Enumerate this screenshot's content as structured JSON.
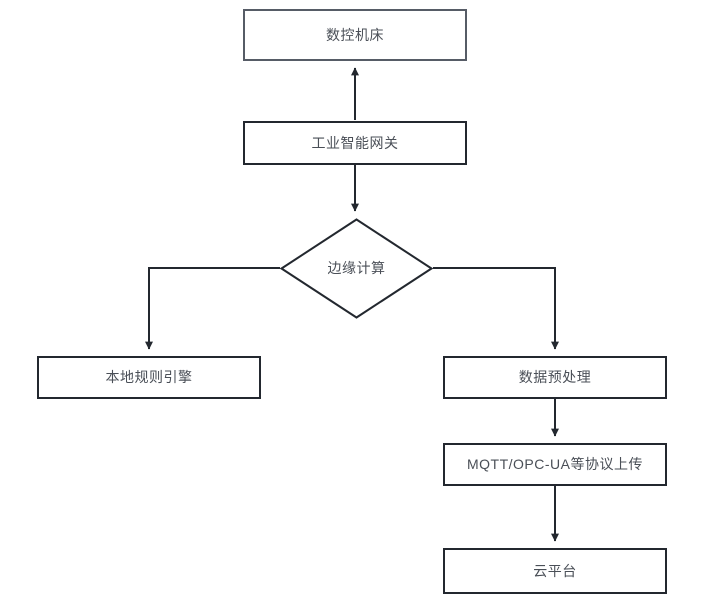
{
  "diagram": {
    "type": "flowchart",
    "title": "",
    "background_color": "#ffffff",
    "node_border_color": "#23282f",
    "node_text_color": "#4a4f57",
    "edge_color": "#23282f",
    "nodes": [
      {
        "id": "cnc",
        "shape": "process",
        "label": "数控机床"
      },
      {
        "id": "gateway",
        "shape": "process",
        "label": "工业智能网关"
      },
      {
        "id": "edge",
        "shape": "decision",
        "label": "边缘计算"
      },
      {
        "id": "rules",
        "shape": "process",
        "label": "本地规则引擎"
      },
      {
        "id": "preprocess",
        "shape": "process",
        "label": "数据预处理"
      },
      {
        "id": "protocol",
        "shape": "process",
        "label": "MQTT/OPC-UA等协议上传"
      },
      {
        "id": "cloud",
        "shape": "process",
        "label": "云平台"
      }
    ],
    "edges": [
      {
        "from": "gateway",
        "to": "cnc",
        "label": "",
        "direction": "up"
      },
      {
        "from": "gateway",
        "to": "edge",
        "label": "",
        "direction": "down"
      },
      {
        "from": "edge",
        "to": "rules",
        "label": "",
        "direction": "left-down"
      },
      {
        "from": "edge",
        "to": "preprocess",
        "label": "",
        "direction": "right-down"
      },
      {
        "from": "preprocess",
        "to": "protocol",
        "label": "",
        "direction": "down"
      },
      {
        "from": "protocol",
        "to": "cloud",
        "label": "",
        "direction": "down"
      }
    ]
  }
}
